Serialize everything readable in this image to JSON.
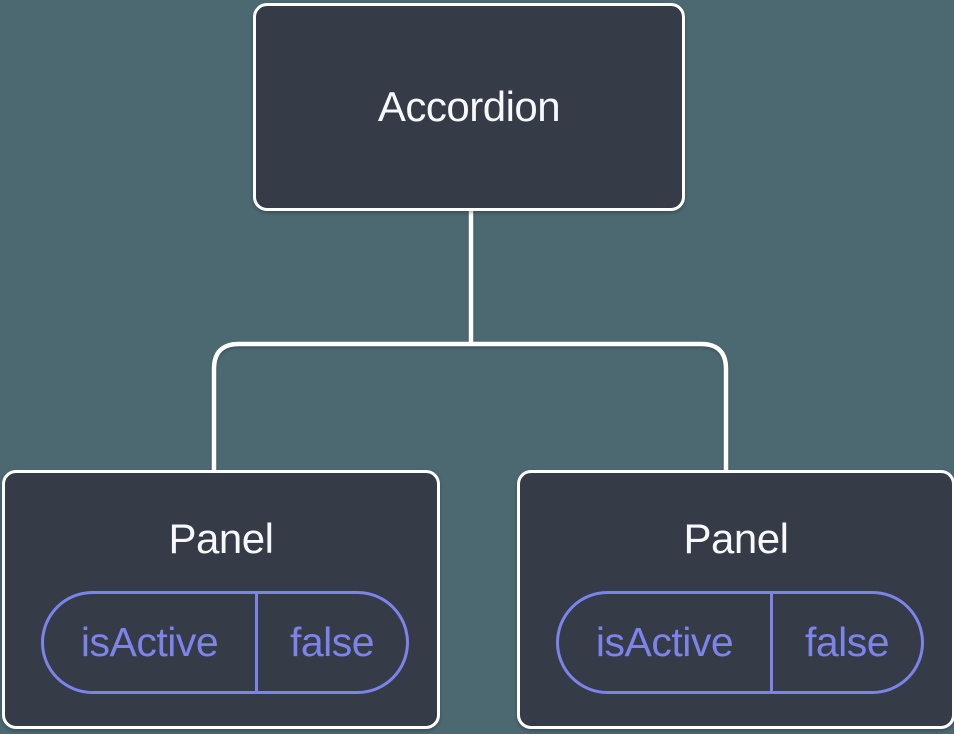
{
  "colors": {
    "background": "#4c6870",
    "node-fill": "#353b47",
    "node-border": "#ffffff",
    "connector": "#ffffff",
    "accent": "#7c84eb",
    "title-text": "#f7f8fa"
  },
  "tree": {
    "root": {
      "label": "Accordion"
    },
    "children": [
      {
        "label": "Panel",
        "props": [
          {
            "name": "isActive",
            "value": "false"
          }
        ]
      },
      {
        "label": "Panel",
        "props": [
          {
            "name": "isActive",
            "value": "false"
          }
        ]
      }
    ]
  }
}
